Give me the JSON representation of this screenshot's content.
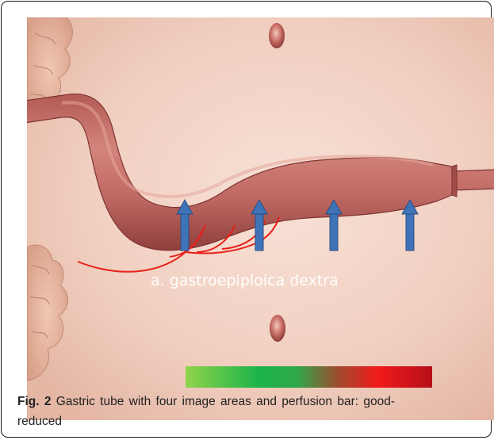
{
  "figure": {
    "illustration_label": "a. gastroepiploica dextra",
    "image_area_count": 4,
    "perfusion_bar": {
      "colors": [
        "#8fd44a",
        "#1bb34a",
        "#2fa84a",
        "#a04a2e",
        "#f01a1a",
        "#b5101a"
      ],
      "endpoints": [
        "good",
        "reduced"
      ]
    },
    "colors": {
      "background": "#f2d0c2",
      "tube": "#c8746e",
      "arrow": "#3f73b7",
      "vessel": "#e8201a"
    }
  },
  "caption": {
    "label": "Fig. 2",
    "text": "Gastric tube with four image areas and perfusion bar: good-reduced"
  }
}
